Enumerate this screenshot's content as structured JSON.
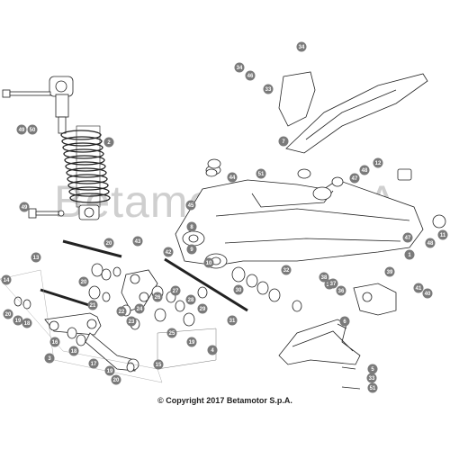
{
  "watermark": "Betamotor S.p.A.",
  "copyright": "© Copyright 2017 Betamotor S.p.A.",
  "colors": {
    "callout": "#7a7a7a",
    "line": "#222222",
    "leader": "#555555",
    "part_fill": "#ffffff",
    "shade": "#d9d9d9"
  },
  "callouts": [
    "1",
    "2",
    "3",
    "4",
    "5",
    "6",
    "7",
    "8",
    "9",
    "10",
    "11",
    "12",
    "13",
    "14",
    "15",
    "16",
    "17",
    "18",
    "19",
    "20",
    "21",
    "22",
    "23",
    "24",
    "25",
    "26",
    "27",
    "28",
    "29",
    "30",
    "31",
    "32",
    "33",
    "34",
    "35",
    "36",
    "37",
    "38",
    "39",
    "40",
    "41",
    "42",
    "43",
    "44",
    "45",
    "46",
    "47",
    "48",
    "49",
    "50",
    "51"
  ]
}
